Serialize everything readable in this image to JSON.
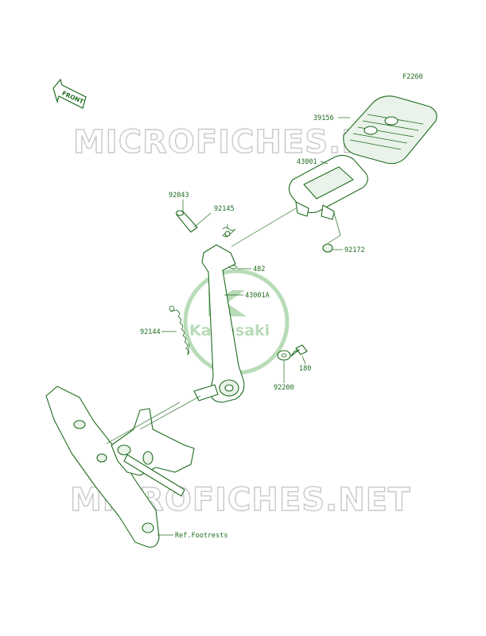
{
  "figure_code": "F2260",
  "front_badge": "FRONT",
  "watermark_text": "MICROFICHES.NET",
  "logo_text": "Kawasaki",
  "parts": [
    {
      "id": "39156"
    },
    {
      "id": "43001"
    },
    {
      "id": "92043"
    },
    {
      "id": "92145"
    },
    {
      "id": "92172"
    },
    {
      "id": "482"
    },
    {
      "id": "43001A"
    },
    {
      "id": "92144"
    },
    {
      "id": "180"
    },
    {
      "id": "92200"
    }
  ],
  "reference_label": "Ref.Footrests",
  "colors": {
    "line": "#1f6b1f",
    "watermark": "#c9c9c9",
    "logo": "#7fbf7f"
  }
}
